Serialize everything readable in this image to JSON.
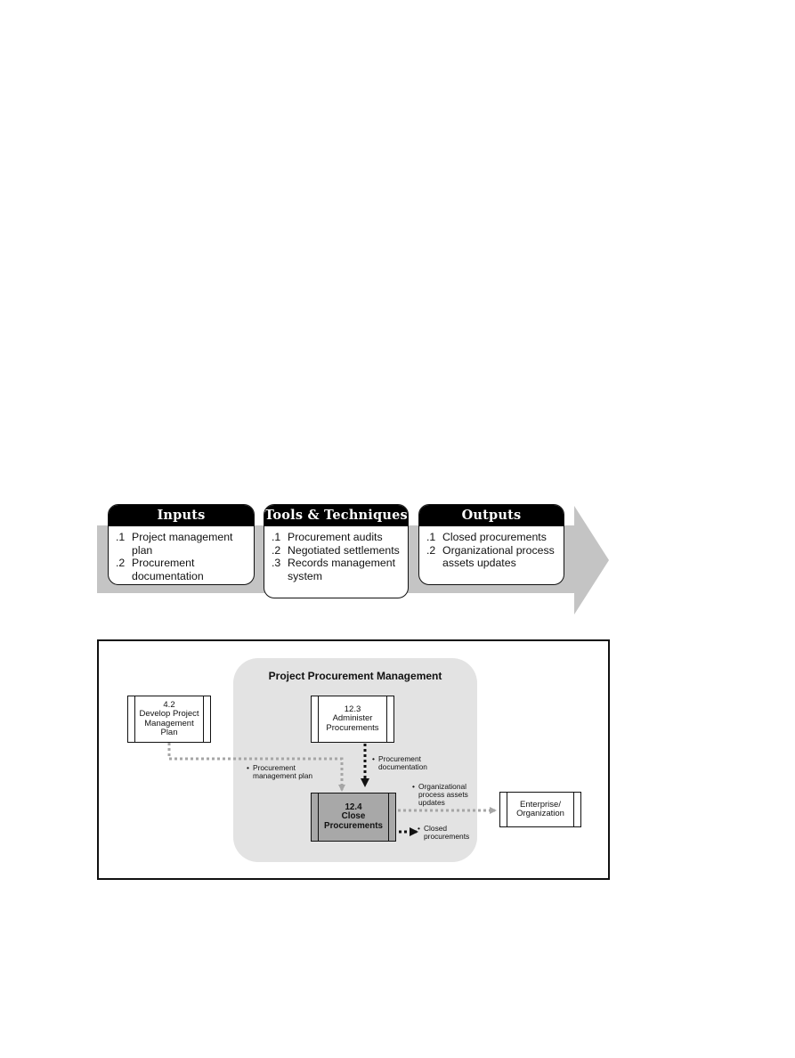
{
  "itto": {
    "inputs": {
      "title": "Inputs",
      "items": [
        {
          "num": ".1",
          "text": "Project management plan"
        },
        {
          "num": ".2",
          "text": "Procurement documentation"
        }
      ]
    },
    "tools": {
      "title": "Tools & Techniques",
      "items": [
        {
          "num": ".1",
          "text": "Procurement audits"
        },
        {
          "num": ".2",
          "text": "Negotiated settlements"
        },
        {
          "num": ".3",
          "text": "Records management system"
        }
      ]
    },
    "outputs": {
      "title": "Outputs",
      "items": [
        {
          "num": ".1",
          "text": "Closed procurements"
        },
        {
          "num": ".2",
          "text": "Organizational process assets updates"
        }
      ]
    }
  },
  "diagram": {
    "area_title": "Project Procurement Management",
    "processes": {
      "develop_plan": {
        "number": "4.2",
        "name": "Develop Project Management Plan"
      },
      "administer": {
        "number": "12.3",
        "name": "Administer Procurements"
      },
      "close": {
        "number": "12.4",
        "name": "Close Procurements"
      },
      "enterprise": {
        "name": "Enterprise/ Organization"
      }
    },
    "flows": {
      "plan": "Procurement management plan",
      "documentation": "Procurement documentation",
      "opa_updates": "Organizational process assets updates",
      "closed": "Closed procurements"
    },
    "colors": {
      "arrow": "#c4c4c4",
      "area": "#e3e3e3",
      "active_process": "#a8a8a8",
      "dotted_gray": "#a6a6a6",
      "dotted_black": "#111111"
    }
  }
}
